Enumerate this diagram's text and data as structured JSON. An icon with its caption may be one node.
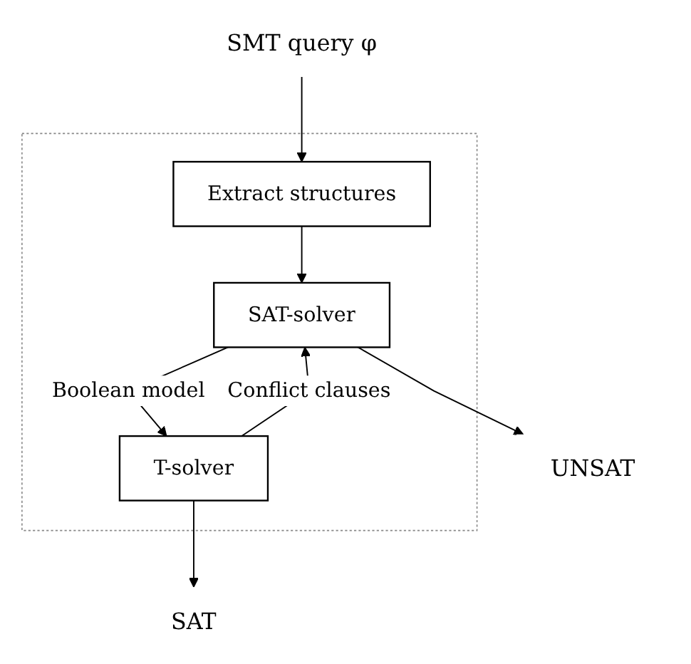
{
  "diagram": {
    "nodes": [
      {
        "text": [
          "SMT query φ"
        ]
      },
      {
        "text": [],
        "shape": "box"
      },
      {
        "text": [
          "Extract structures"
        ],
        "in": 1
      },
      {
        "text": [
          "SAT-solver"
        ],
        "in": 1
      },
      {
        "text": [
          "T-solver"
        ],
        "in": 1
      },
      {
        "text": [
          "UNSAT"
        ]
      },
      {
        "text": [
          "SAT"
        ]
      }
    ],
    "edges": [
      {
        "from": 0,
        "to": 2,
        "arrow": "to"
      },
      {
        "from": 2,
        "to": 3,
        "arrow": "to"
      },
      {
        "from": 4,
        "to": 3,
        "arrow": "to",
        "label": "Conflict clauses"
      },
      {
        "from": 3,
        "to": 4,
        "arrow": "to",
        "label": "Boolean model"
      },
      {
        "from": 3,
        "to": 5,
        "arrow": "to"
      },
      {
        "from": 4,
        "to": 6,
        "arrow": "to"
      }
    ]
  }
}
